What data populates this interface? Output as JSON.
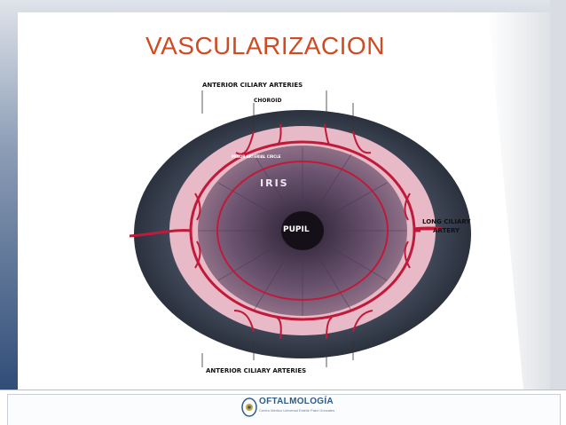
{
  "slide": {
    "title": "VASCULARIZACION"
  },
  "figure": {
    "labels": {
      "anterior_ciliary_top": "ANTERIOR CILIARY ARTERIES",
      "choroid": "CHOROID",
      "minor_circle": "MINOR ARTERIAL CIRCLE",
      "iris": "IRIS",
      "pupil": "PUPIL",
      "long_ciliary_line1": "LONG CILIARY",
      "long_ciliary_line2": "ARTERY",
      "anterior_ciliary_bottom": "ANTERIOR CILIARY ARTERIES"
    }
  },
  "footer": {
    "logo_text": "OFTALMOLOGÍA",
    "logo_sub": "Centro Medico Universal Estelle Paez Gonzales"
  },
  "colors": {
    "title": "#cf4b24",
    "artery": "#c01a3a",
    "background_band": "#2f4d7a",
    "iris_ring": "#e8b9c6",
    "sclera": "#3a4150"
  }
}
